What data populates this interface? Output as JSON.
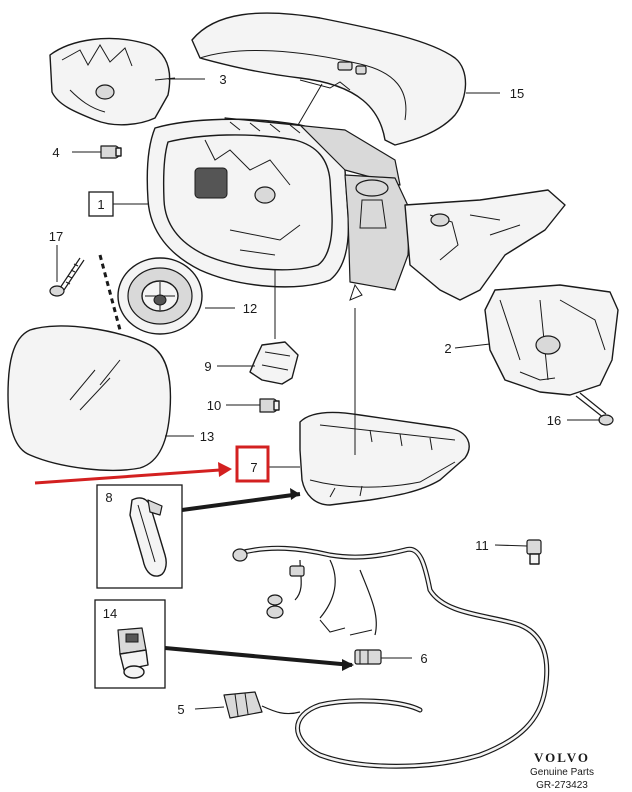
{
  "brand": {
    "logo_text": "VOLVO",
    "caption": "Genuine Parts",
    "figure_code": "GR-273423"
  },
  "callouts": [
    "1",
    "2",
    "3",
    "4",
    "5",
    "6",
    "7",
    "8",
    "9",
    "10",
    "11",
    "12",
    "13",
    "14",
    "15",
    "16",
    "17"
  ],
  "colors": {
    "line": "#1a1a1a",
    "highlight": "#d32020",
    "part_fill": "#f4f4f4",
    "shade": "#d9d9d9"
  },
  "highlighted_callout": "7"
}
